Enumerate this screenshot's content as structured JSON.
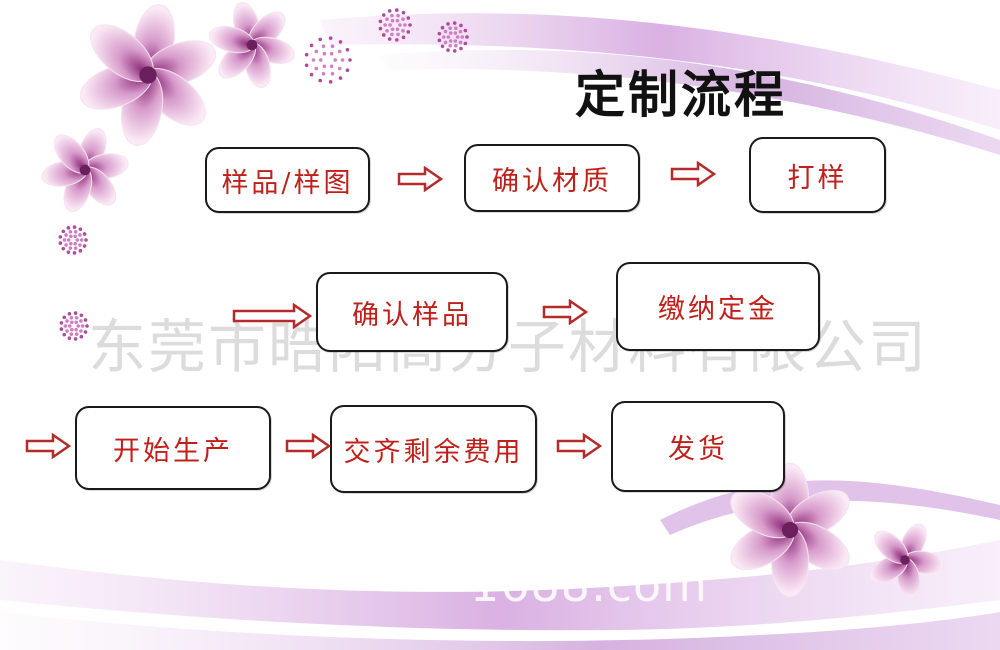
{
  "title": "定制流程",
  "watermark": "东莞市晧阳高分子材料有限公司",
  "watermark2": "1688.com",
  "colors": {
    "step_text": "#c0201a",
    "arrow": "#b52a2a",
    "border": "#1a1a1a"
  },
  "steps": [
    "样品/样图",
    "确认材质",
    "打样",
    "确认样品",
    "缴纳定金",
    "开始生产",
    "交齐剩余费用",
    "发货"
  ]
}
